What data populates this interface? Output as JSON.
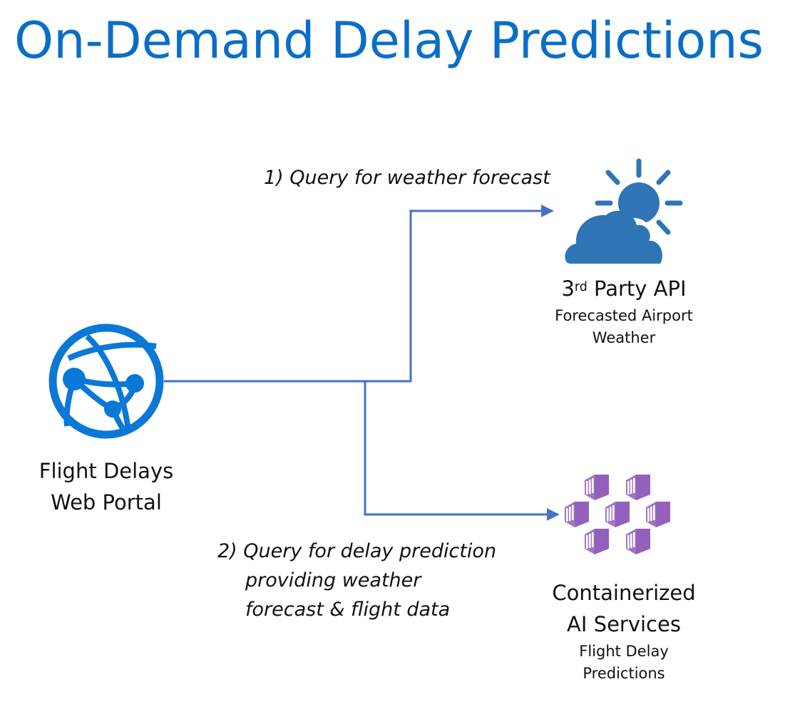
{
  "title": "On-Demand Delay Predictions",
  "colors": {
    "title": "#0a6ec7",
    "connector": "#4472c4",
    "globe": "#0a78d7",
    "weather": "#2f75b5",
    "containers": "#9b6bbd"
  },
  "nodes": {
    "portal": {
      "icon": "globe-network-icon",
      "name_line1": "Flight Delays",
      "name_line2": "Web Portal"
    },
    "weather_api": {
      "icon": "cloud-sun-icon",
      "name_main": "3",
      "name_sup": "rd",
      "name_rest": " Party API",
      "desc_line1": "Forecasted Airport",
      "desc_line2": "Weather"
    },
    "ai_services": {
      "icon": "containers-icon",
      "name_line1": "Containerized",
      "name_line2": "AI Services",
      "desc_line1": "Flight Delay",
      "desc_line2": "Predictions"
    }
  },
  "steps": {
    "step1": "1) Query for weather forecast",
    "step2_line1": "2) Query for delay prediction",
    "step2_line2": "providing weather",
    "step2_line3": "forecast & flight data"
  }
}
